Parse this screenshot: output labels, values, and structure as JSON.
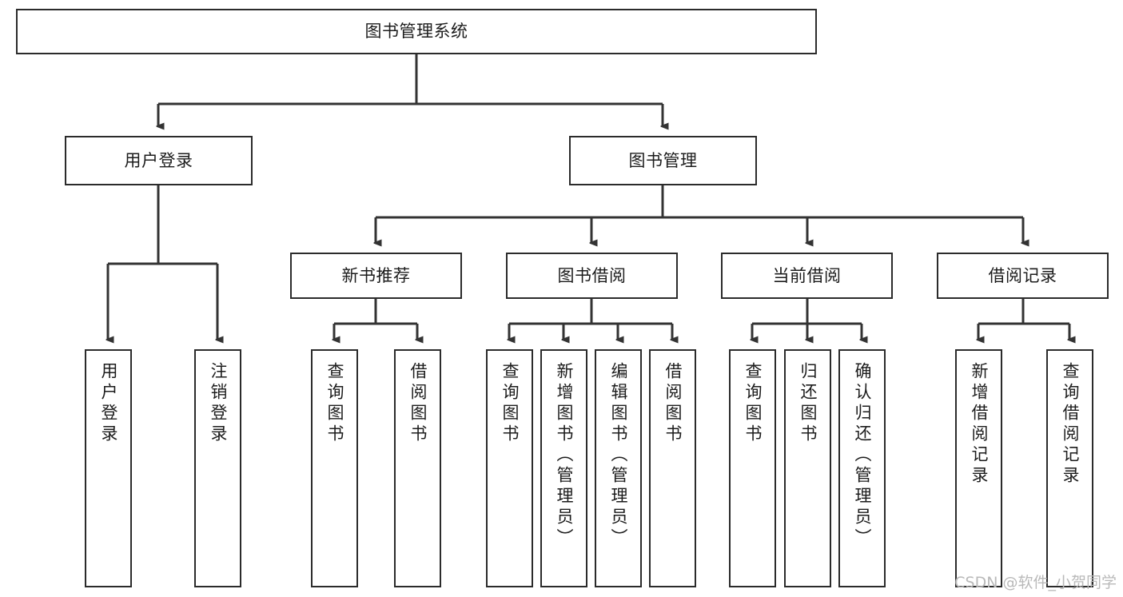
{
  "diagram": {
    "title": "图书管理系统",
    "type": "tree-hierarchy",
    "watermark": "CSDN @软件_小贺同学",
    "colors": {
      "background": "#ffffff",
      "box_border": "#2b2b2b",
      "box_fill": "#ffffff",
      "connector": "#333333",
      "text": "#1c1c1c",
      "watermark": "#b9b9b9"
    },
    "nodes": {
      "root": {
        "label": "图书管理系统"
      },
      "level2": [
        {
          "id": "user-login",
          "label": "用户登录"
        },
        {
          "id": "book-manage",
          "label": "图书管理"
        }
      ],
      "level3": [
        {
          "id": "new-book-recommend",
          "label": "新书推荐"
        },
        {
          "id": "book-borrow",
          "label": "图书借阅"
        },
        {
          "id": "current-borrow",
          "label": "当前借阅"
        },
        {
          "id": "borrow-record",
          "label": "借阅记录"
        }
      ],
      "leaves": {
        "user-login": [
          {
            "id": "leaf-user-login",
            "label": "用户登录"
          },
          {
            "id": "leaf-logout-login",
            "label": "注销登录"
          }
        ],
        "new-book-recommend": [
          {
            "id": "leaf-query-book-1",
            "label": "查询图书"
          },
          {
            "id": "leaf-borrow-book-1",
            "label": "借阅图书"
          }
        ],
        "book-borrow": [
          {
            "id": "leaf-query-book-2",
            "label": "查询图书"
          },
          {
            "id": "leaf-add-book",
            "label": "新增图书（管理员）"
          },
          {
            "id": "leaf-edit-book",
            "label": "编辑图书（管理员）"
          },
          {
            "id": "leaf-borrow-book-2",
            "label": "借阅图书"
          }
        ],
        "current-borrow": [
          {
            "id": "leaf-query-book-3",
            "label": "查询图书"
          },
          {
            "id": "leaf-return-book",
            "label": "归还图书"
          },
          {
            "id": "leaf-confirm-return",
            "label": "确认归还（管理员）"
          }
        ],
        "borrow-record": [
          {
            "id": "leaf-add-record",
            "label": "新增借阅记录"
          },
          {
            "id": "leaf-query-record",
            "label": "查询借阅记录"
          }
        ]
      }
    }
  }
}
